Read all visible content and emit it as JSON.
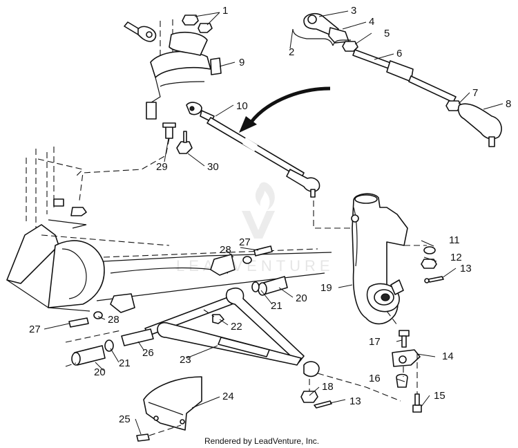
{
  "diagram": {
    "callouts": [
      "1",
      "2",
      "3",
      "4",
      "5",
      "6",
      "7",
      "8",
      "9",
      "10",
      "11",
      "12",
      "13",
      "13",
      "14",
      "15",
      "16",
      "17",
      "18",
      "19",
      "20",
      "20",
      "21",
      "21",
      "22",
      "23",
      "24",
      "25",
      "26",
      "27",
      "27",
      "28",
      "28",
      "29",
      "30"
    ],
    "watermark": "LEADVENTURE",
    "footer": "Rendered by LeadVenture, Inc."
  }
}
